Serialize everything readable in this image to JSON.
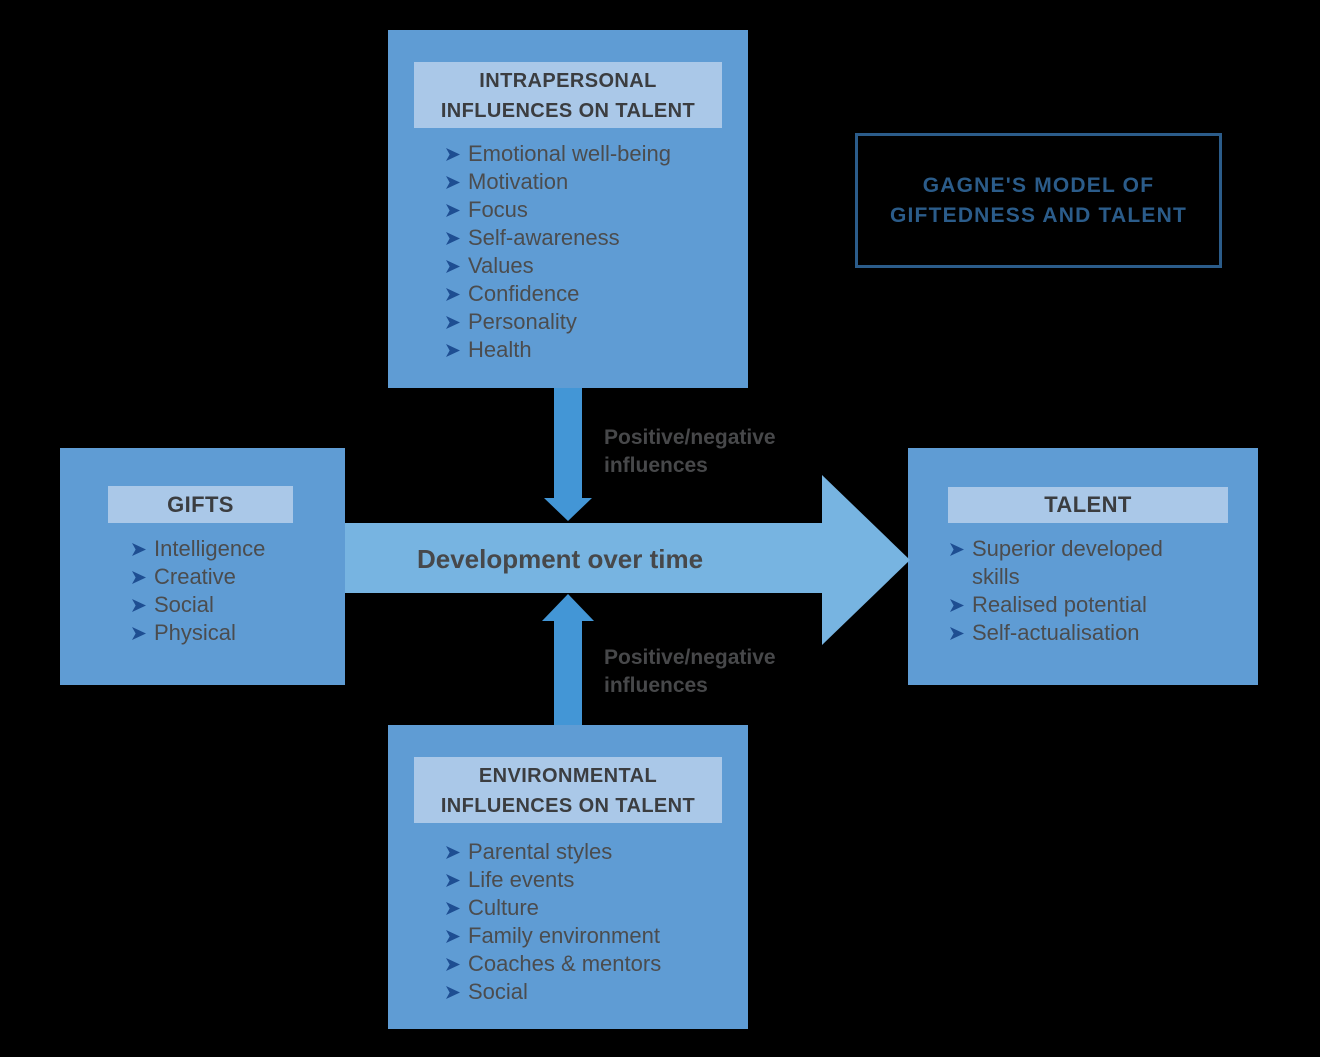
{
  "title_box": {
    "lines": [
      "GAGNE'S MODEL OF",
      "GIFTEDNESS AND TALENT"
    ]
  },
  "boxes": {
    "intrapersonal": {
      "header": [
        "INTRAPERSONAL",
        "INFLUENCES ON TALENT"
      ],
      "items": [
        "Emotional well-being",
        "Motivation",
        "Focus",
        "Self-awareness",
        "Values",
        "Confidence",
        "Personality",
        "Health"
      ]
    },
    "gifts": {
      "header": "GIFTS",
      "items": [
        "Intelligence",
        "Creative",
        "Social",
        "Physical"
      ]
    },
    "talent": {
      "header": "TALENT",
      "items": [
        "Superior developed skills",
        "Realised potential",
        "Self-actualisation"
      ]
    },
    "environmental": {
      "header": [
        "ENVIRONMENTAL",
        "INFLUENCES ON TALENT"
      ],
      "items": [
        "Parental styles",
        "Life events",
        "Culture",
        "Family environment",
        "Coaches & mentors",
        "Social"
      ]
    }
  },
  "center": {
    "development_label": "Development over time",
    "top_influence_label": "Positive/negative influences",
    "bottom_influence_label": "Positive/negative influences"
  },
  "icons": {
    "bullet": "arrow-right-bullet"
  },
  "colors": {
    "background": "#000000",
    "box-fill": "#5f9cd4",
    "header-band": "#aac8e8",
    "arrow-horizontal": "#77b4e1",
    "arrow-vertical": "#4396d6",
    "bullet": "#1e4e92",
    "title-blue": "#2b5c8a",
    "body-text": "#4b4c4e",
    "header-text": "#3b3d40",
    "label-text": "#47484a"
  }
}
